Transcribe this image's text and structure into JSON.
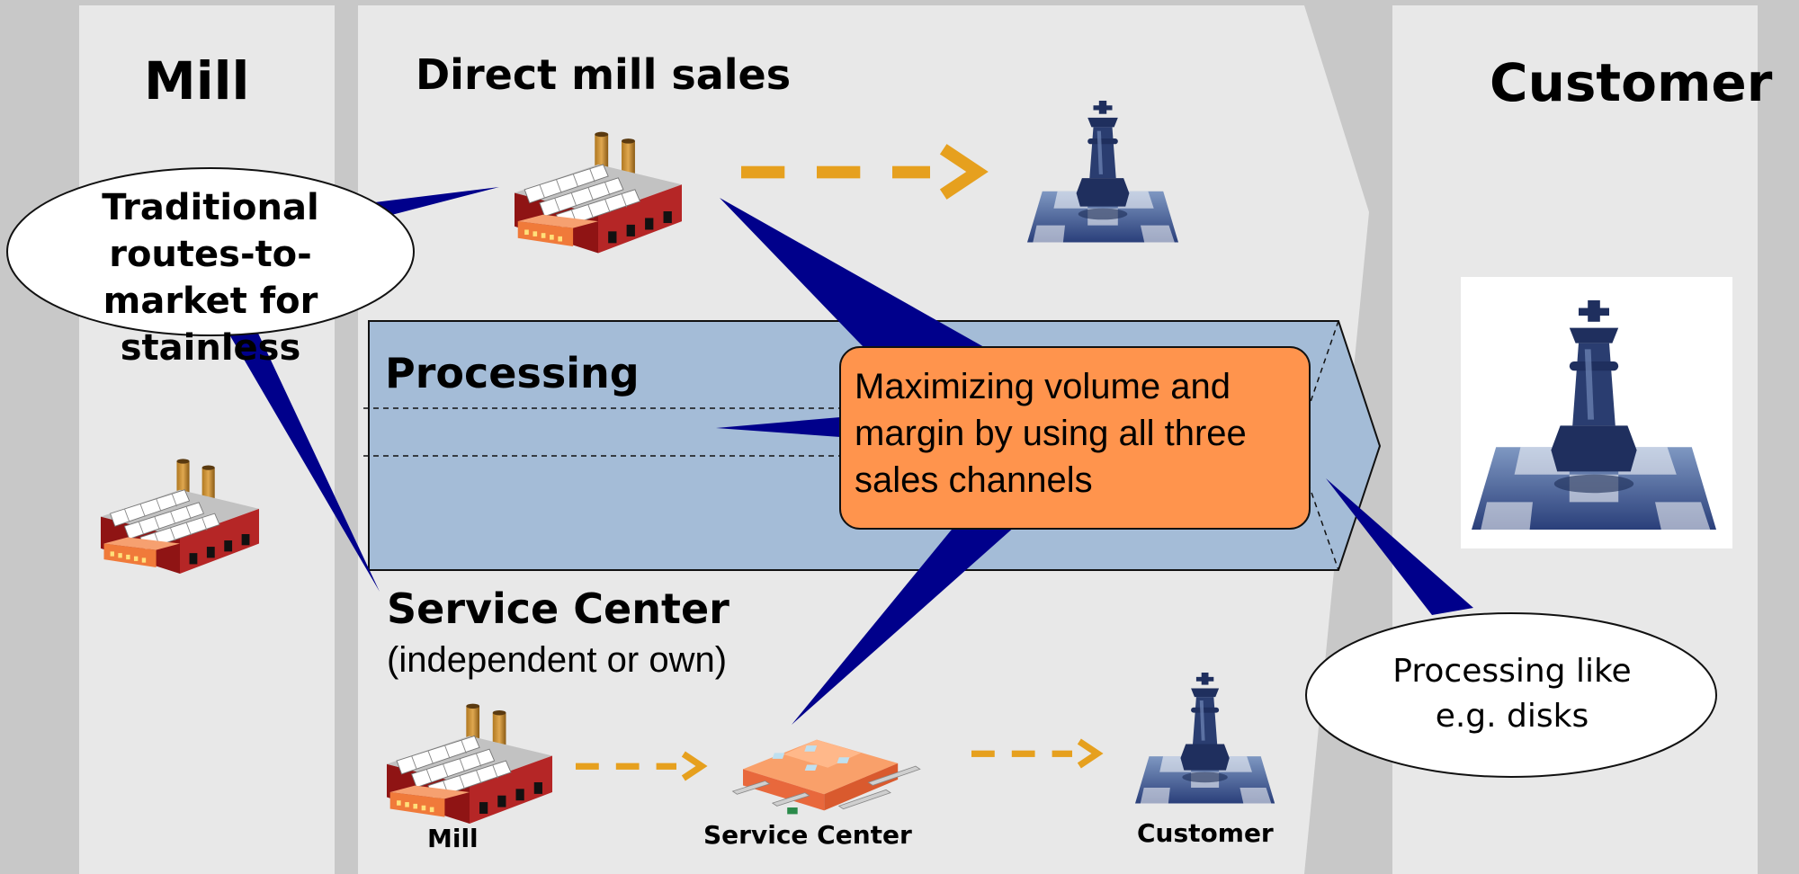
{
  "columns": {
    "mill": "Mill",
    "customer": "Customer"
  },
  "channels": {
    "direct": "Direct mill sales",
    "processing": "Processing",
    "service_center": "Service Center",
    "service_center_note": "(independent or own)"
  },
  "callouts": {
    "traditional": "Traditional routes-to-market for stainless",
    "maximizing": "Maximizing volume and margin by using all three sales channels",
    "processing_like": "Processing like e.g. disks"
  },
  "flow_labels": {
    "mill": "Mill",
    "service_center": "Service Center",
    "customer": "Customer"
  },
  "colors": {
    "background": "#c8c8c8",
    "column": "#e8e8e8",
    "processing_band": "#a4bcd7",
    "callout_fill": "#ff944d",
    "pointer": "#00008b",
    "arrow": "#e6a01e",
    "factory": "#a01e1e"
  }
}
